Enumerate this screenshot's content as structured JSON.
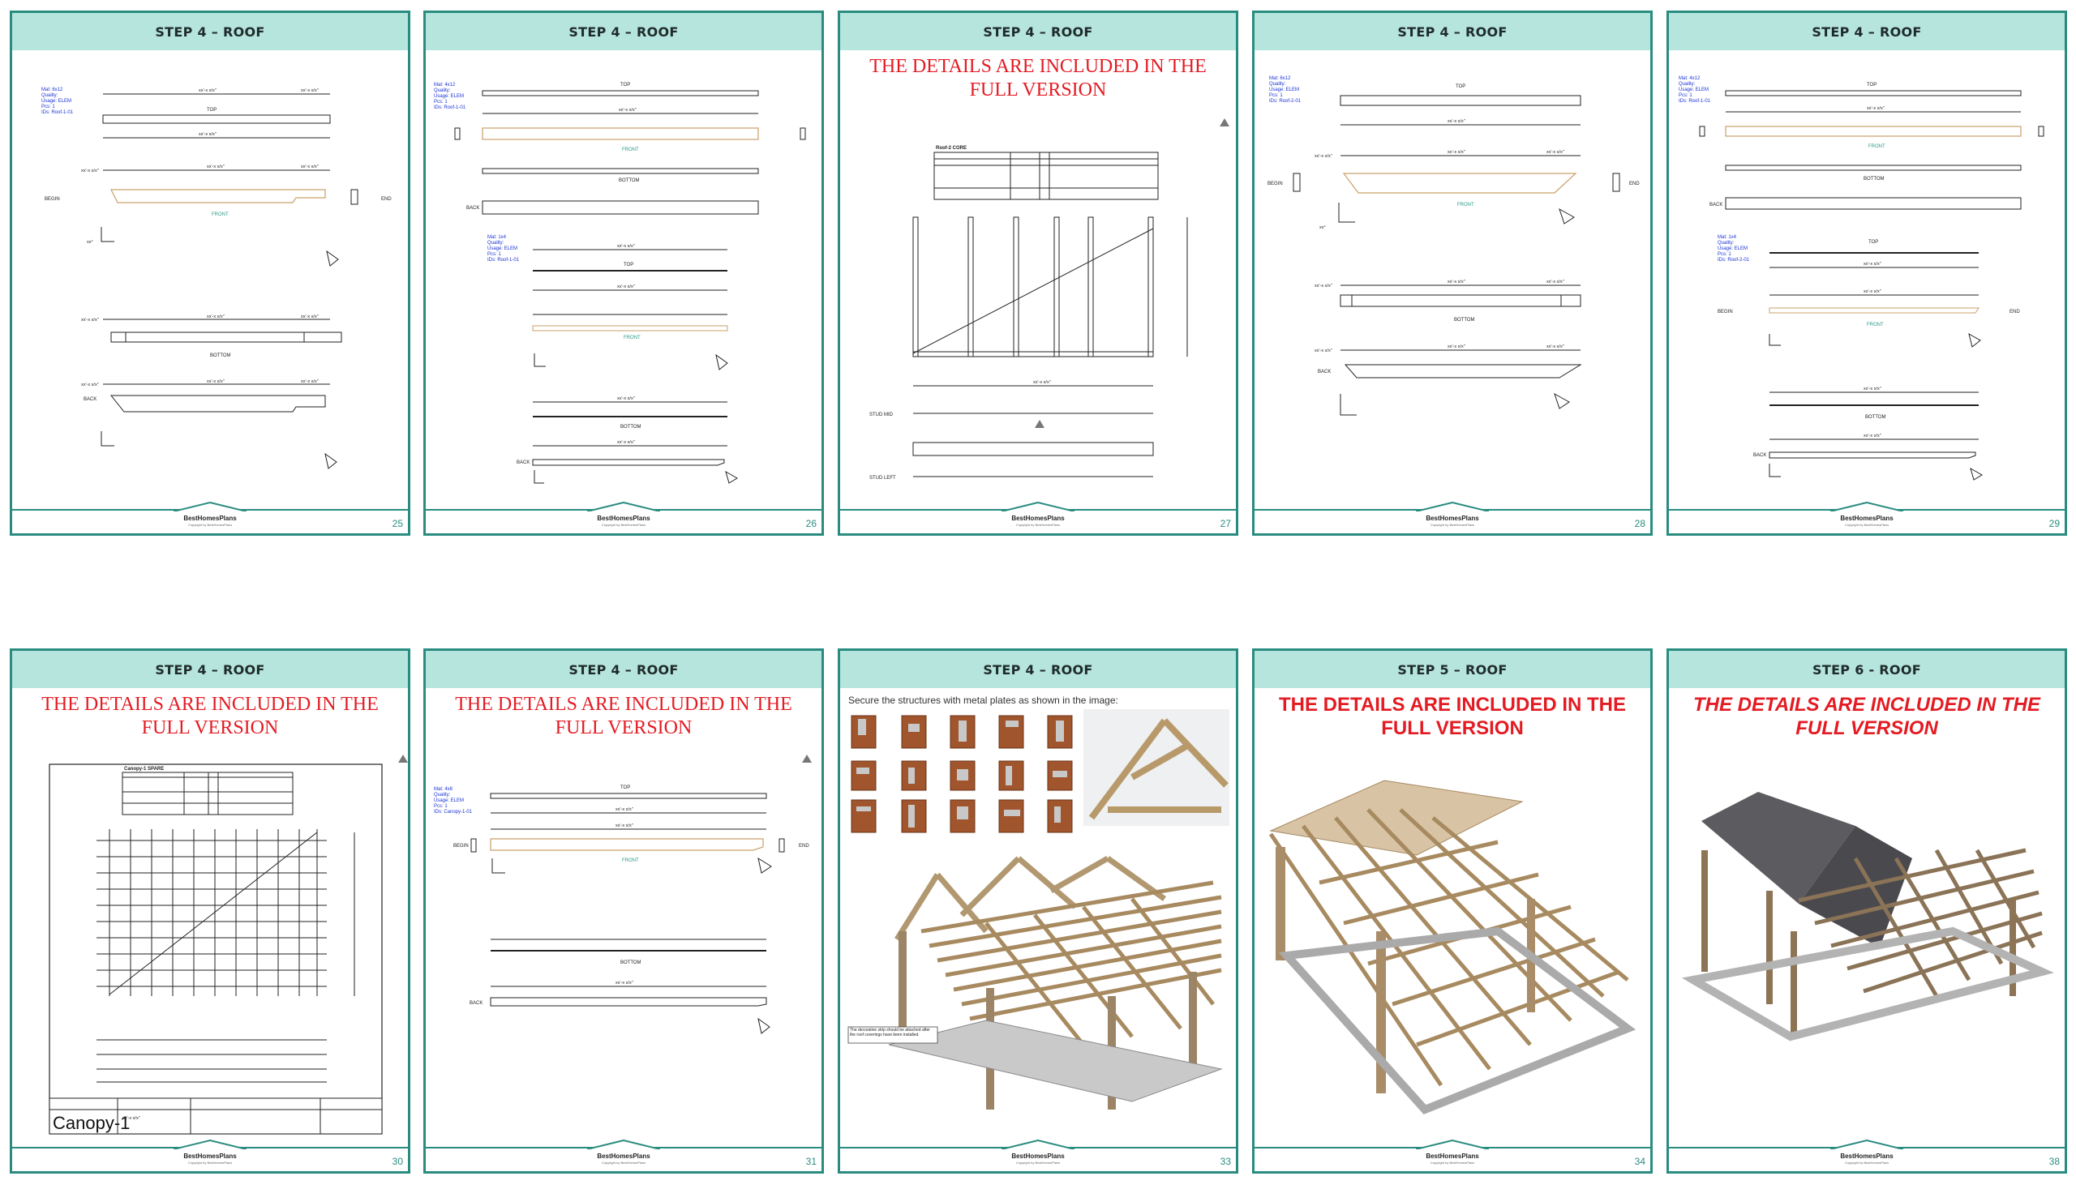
{
  "pages": [
    {
      "header": "STEP 4 – ROOF",
      "number": "25",
      "brand": "BestHomesPlans",
      "copyright": "Copyright by BestHomesPlans"
    },
    {
      "header": "STEP 4 – ROOF",
      "number": "26",
      "brand": "BestHomesPlans",
      "copyright": "Copyright by BestHomesPlans"
    },
    {
      "header": "STEP 4 – ROOF",
      "number": "27",
      "brand": "BestHomesPlans",
      "copyright": "Copyright by BestHomesPlans",
      "notice": "THE DETAILS ARE INCLUDED IN THE FULL VERSION"
    },
    {
      "header": "STEP 4 – ROOF",
      "number": "28",
      "brand": "BestHomesPlans",
      "copyright": "Copyright by BestHomesPlans"
    },
    {
      "header": "STEP 4 – ROOF",
      "number": "29",
      "brand": "BestHomesPlans",
      "copyright": "Copyright by BestHomesPlans"
    },
    {
      "header": "STEP 4 – ROOF",
      "number": "30",
      "brand": "BestHomesPlans",
      "copyright": "Copyright by BestHomesPlans",
      "notice": "THE DETAILS ARE INCLUDED IN THE FULL VERSION",
      "title_block": "Canopy-1"
    },
    {
      "header": "STEP 4 – ROOF",
      "number": "31",
      "brand": "BestHomesPlans",
      "copyright": "Copyright by BestHomesPlans",
      "notice": "THE DETAILS ARE INCLUDED IN THE FULL VERSION"
    },
    {
      "header": "STEP 4 – ROOF",
      "number": "33",
      "brand": "BestHomesPlans",
      "copyright": "Copyright by BestHomesPlans",
      "caption": "Secure the structures with metal plates as shown in the image:",
      "note": "The decorative strip should be attached after the roof coverings have been installed."
    },
    {
      "header": "STEP 5 – ROOF",
      "number": "34",
      "brand": "BestHomesPlans",
      "copyright": "Copyright by BestHomesPlans",
      "notice": "THE DETAILS ARE INCLUDED IN THE FULL VERSION"
    },
    {
      "header": "STEP 6 - ROOF",
      "number": "38",
      "brand": "BestHomesPlans",
      "copyright": "Copyright by BestHomesPlans",
      "notice": "THE DETAILS ARE INCLUDED IN THE FULL VERSION"
    }
  ],
  "labels": {
    "top": "TOP",
    "front": "FRONT",
    "bottom": "BOTTOM",
    "back": "BACK",
    "begin": "BEGIN",
    "end": "END",
    "dim": "xx'-x x/x\"",
    "angle": "xx°",
    "spec_a": [
      "Mat: 6x12",
      "Quality:",
      "Usage: ELEM",
      "Pcs: 1",
      "IDs: Roof-1-01"
    ],
    "spec_b": [
      "Mat: 4x12",
      "Quality:",
      "Usage: ELEM",
      "Pcs: 1",
      "IDs: Roof-1-01"
    ],
    "spec_c": [
      "Mat: 1x4",
      "Quality:",
      "Usage: ELEM",
      "Pcs: 1",
      "IDs: Roof-1-01"
    ],
    "spec_d": [
      "Mat: 6x12",
      "Quality:",
      "Usage: ELEM",
      "Pcs: 1",
      "IDs: Roof-2-01"
    ],
    "spec_e": [
      "Mat: 4x12",
      "Quality:",
      "Usage: ELEM",
      "Pcs: 1",
      "IDs: Roof-1-01"
    ],
    "spec_f": [
      "Mat: 1x4",
      "Quality:",
      "Usage: ELEM",
      "Pcs: 1",
      "IDs: Roof-2-01"
    ],
    "spec_g": [
      "Mat: 4x8",
      "Quality:",
      "Usage: ELEM",
      "Pcs: 1",
      "IDs: Canopy-1-01"
    ],
    "stud_mid": "STUD MID",
    "stud_left": "STUD LEFT",
    "table_title": "Roof-2 CORE",
    "canopy_title": "Canopy-1 SPARE"
  },
  "colors": {
    "teal": "#2a8c80",
    "header_bg": "#b5e5dc",
    "red": "#e31b23",
    "spec_blue": "#1a33d6",
    "wood_outline": "#c9a06a"
  }
}
